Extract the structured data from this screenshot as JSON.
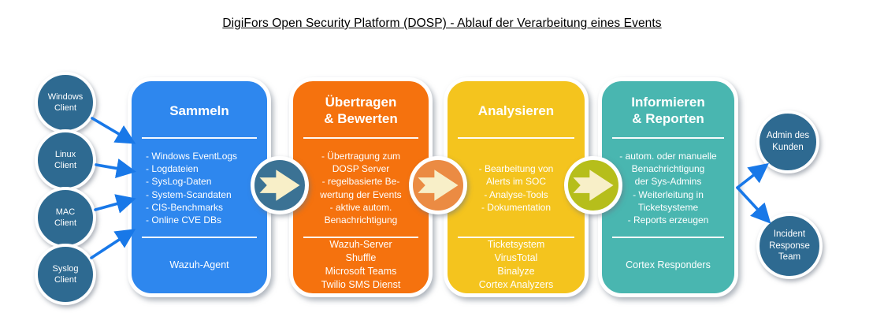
{
  "title": "DigiFors Open Security Platform (DOSP) - Ablauf der Verarbeitung eines Events",
  "colors": {
    "source_circle": "#2E6A91",
    "connector": "#1878E8",
    "arrow_glyph": "#F8EFC8"
  },
  "sources": [
    {
      "label": "Windows\nClient"
    },
    {
      "label": "Linux\nClient"
    },
    {
      "label": "MAC\nClient"
    },
    {
      "label": "Syslog\nClient"
    }
  ],
  "stages": [
    {
      "title": "Sammeln",
      "color": "#2E87EE",
      "items": [
        "- Windows EventLogs",
        "- Logdateien",
        "- SysLog-Daten",
        "- System-Scandaten",
        "- CIS-Benchmarks",
        "- Online CVE DBs"
      ],
      "tools": [
        "Wazuh-Agent"
      ]
    },
    {
      "title": "Übertragen\n& Bewerten",
      "color": "#F5720E",
      "items": [
        "- Übertragung zum\nDOSP Server",
        "- regelbasierte Be-\nwertung der Events",
        "- aktive autom.\nBenachrichtigung"
      ],
      "tools": [
        "Wazuh-Server",
        "Shuffle",
        "Microsoft Teams",
        "Twilio SMS Dienst"
      ]
    },
    {
      "title": "Analysieren",
      "color": "#F4C41E",
      "items": [
        "- Bearbeitung von\nAlerts im SOC",
        "- Analyse-Tools",
        "- Dokumentation"
      ],
      "tools": [
        "Ticketsystem",
        "VirusTotal",
        "Binalyze",
        "Cortex Analyzers"
      ]
    },
    {
      "title": "Informieren\n& Reporten",
      "color": "#49B6B0",
      "items": [
        "- autom. oder manuelle\nBenachrichtigung\nder Sys-Admins",
        "- Weiterleitung in\nTicketsysteme",
        "- Reports erzeugen"
      ],
      "tools": [
        "Cortex Responders"
      ]
    }
  ],
  "flow_arrows": [
    {
      "color": "#3B7294"
    },
    {
      "color": "#EB8B43"
    },
    {
      "color": "#B6BE1B"
    }
  ],
  "targets": [
    {
      "label": "Admin des\nKunden"
    },
    {
      "label": "Incident\nResponse\nTeam"
    }
  ]
}
